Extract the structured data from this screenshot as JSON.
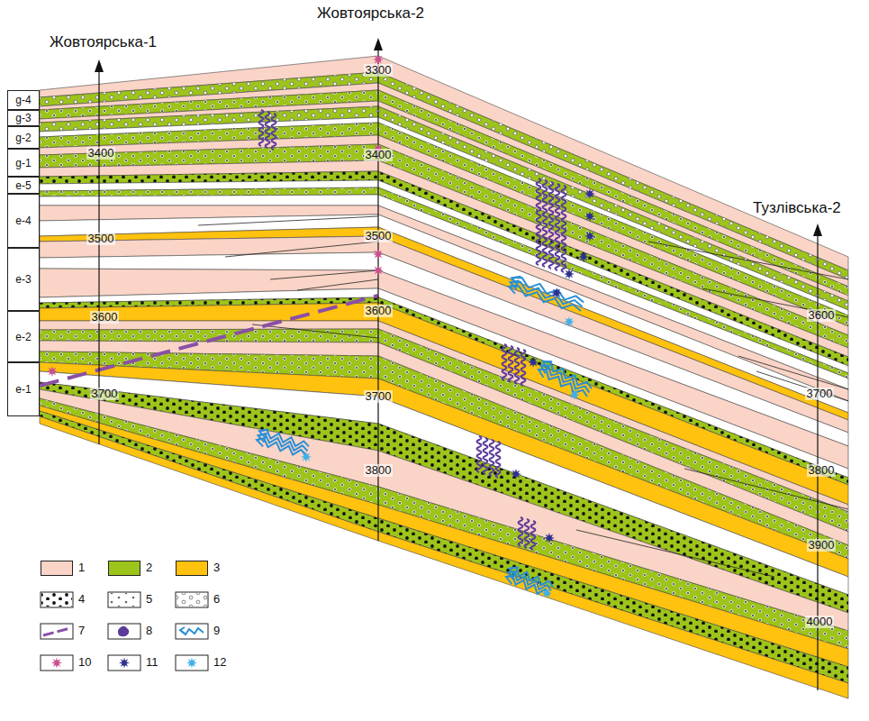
{
  "diagram": {
    "nodes": [
      {
        "text": [
          "g-4"
        ]
      },
      {
        "text": [
          "g-3"
        ]
      },
      {
        "text": [
          "g-2"
        ]
      },
      {
        "text": [
          "g-1"
        ]
      },
      {
        "text": [
          "e-5"
        ]
      },
      {
        "text": [
          "e-4"
        ]
      },
      {
        "text": [
          "e-3"
        ]
      },
      {
        "text": [
          "e-2"
        ]
      },
      {
        "text": [
          "e-1"
        ]
      }
    ],
    "labels": [
      "Жовтоярська-1",
      "Жовтоярська-2",
      "Тузлівська-2",
      "3400",
      "3500",
      "3600",
      "3700",
      "3300",
      "3400",
      "3500",
      "3600",
      "3700",
      "3800",
      "3600",
      "3700",
      "3800",
      "3900",
      "4000"
    ],
    "legend": [
      {
        "text": "1",
        "color": "#fad4c6"
      },
      {
        "text": "2",
        "color": "#9dc41a"
      },
      {
        "text": "3",
        "color": "#ffc20e"
      },
      {
        "text": "4"
      },
      {
        "text": "5"
      },
      {
        "text": "6"
      },
      {
        "text": "7"
      },
      {
        "text": "8"
      },
      {
        "text": "9"
      },
      {
        "text": "10"
      },
      {
        "text": "11"
      },
      {
        "text": "12"
      }
    ]
  }
}
